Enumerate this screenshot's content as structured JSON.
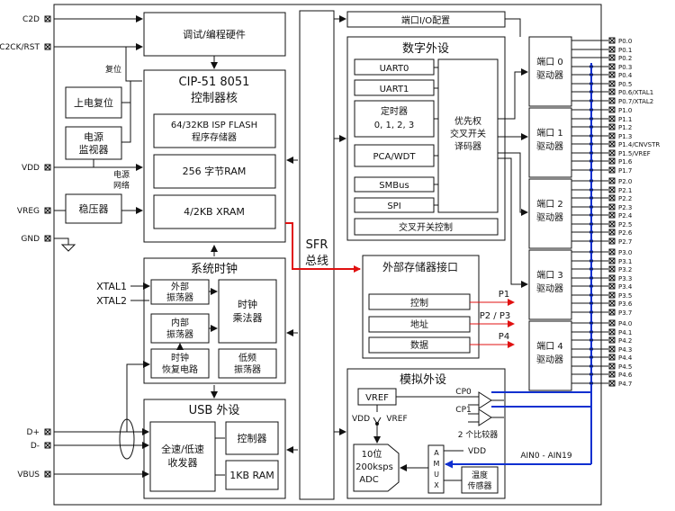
{
  "chip_pins_left": {
    "c2d": "C2D",
    "c2ck_rst": "C2CK/RST",
    "vdd": "VDD",
    "vreg": "VREG",
    "gnd": "GND",
    "xtal1": "XTAL1",
    "xtal2": "XTAL2",
    "dplus": "D+",
    "dminus": "D-",
    "vbus": "VBUS"
  },
  "debug_hw": "调试/编程硬件",
  "reset_label": "复位",
  "power_on_reset": "上电复位",
  "power_monitor": [
    "电源",
    "监视器"
  ],
  "power_network": [
    "电源",
    "网络"
  ],
  "regulator": "稳压器",
  "cpu": {
    "title_line1": "CIP-51 8051",
    "title_line2": "控制器核",
    "flash_line1": "64/32KB ISP FLASH",
    "flash_line2": "程序存储器",
    "ram": "256 字节RAM",
    "xram": "4/2KB XRAM"
  },
  "sfr_bus": [
    "SFR",
    "总线"
  ],
  "port_io_config": "端口I/O配置",
  "digital": {
    "title": "数字外设",
    "uart0": "UART0",
    "uart1": "UART1",
    "timers_line1": "定时器",
    "timers_line2": "0, 1, 2, 3",
    "pca": "PCA/WDT",
    "smbus": "SMBus",
    "spi": "SPI",
    "crossbar": [
      "优先权",
      "交叉开关",
      "译码器"
    ],
    "crossbar_ctrl": "交叉开关控制"
  },
  "clock": {
    "title": "系统时钟",
    "ext_osc": [
      "外部",
      "振荡器"
    ],
    "int_osc": [
      "内部",
      "振荡器"
    ],
    "clk_mult": [
      "时钟",
      "乘法器"
    ],
    "clk_recovery": [
      "时钟",
      "恢复电路"
    ],
    "lf_osc": [
      "低频",
      "振荡器"
    ]
  },
  "usb": {
    "title": "USB 外设",
    "transceiver": [
      "全速/低速",
      "收发器"
    ],
    "controller": "控制器",
    "ram": "1KB RAM"
  },
  "emif": {
    "title": "外部存储器接口",
    "control": "控制",
    "address": "地址",
    "data": "数据",
    "p1": "P1",
    "p2p3": "P2 / P3",
    "p4": "P4"
  },
  "analog": {
    "title": "模拟外设",
    "vref": "VREF",
    "vdd": "VDD",
    "vref2": "VREF",
    "cp0": "CP0",
    "cp1": "CP1",
    "comparators": "2 个比较器",
    "adc": [
      "10位",
      "200ksps",
      "ADC"
    ],
    "amux": [
      "A",
      "M",
      "U",
      "X"
    ],
    "vdd2": "VDD",
    "temp": [
      "温度",
      "传感器"
    ],
    "ain": "AIN0 - AIN19"
  },
  "port_drivers": [
    [
      "端口 0",
      "驱动器"
    ],
    [
      "端口 1",
      "驱动器"
    ],
    [
      "端口 2",
      "驱动器"
    ],
    [
      "端口 3",
      "驱动器"
    ],
    [
      "端口 4",
      "驱动器"
    ]
  ],
  "port_pins": [
    [
      "P0.0",
      "P0.1",
      "P0.2",
      "P0.3",
      "P0.4",
      "P0.5",
      "P0.6/XTAL1",
      "P0.7/XTAL2"
    ],
    [
      "P1.0",
      "P1.1",
      "P1.2",
      "P1.3",
      "P1.4/CNVSTR",
      "P1.5/VREF",
      "P1.6",
      "P1.7"
    ],
    [
      "P2.0",
      "P2.1",
      "P2.2",
      "P2.3",
      "P2.4",
      "P2.5",
      "P2.6",
      "P2.7"
    ],
    [
      "P3.0",
      "P3.1",
      "P3.2",
      "P3.3",
      "P3.4",
      "P3.5",
      "P3.6",
      "P3.7"
    ],
    [
      "P4.0",
      "P4.1",
      "P4.2",
      "P4.3",
      "P4.4",
      "P4.5",
      "P4.6",
      "P4.7"
    ]
  ]
}
